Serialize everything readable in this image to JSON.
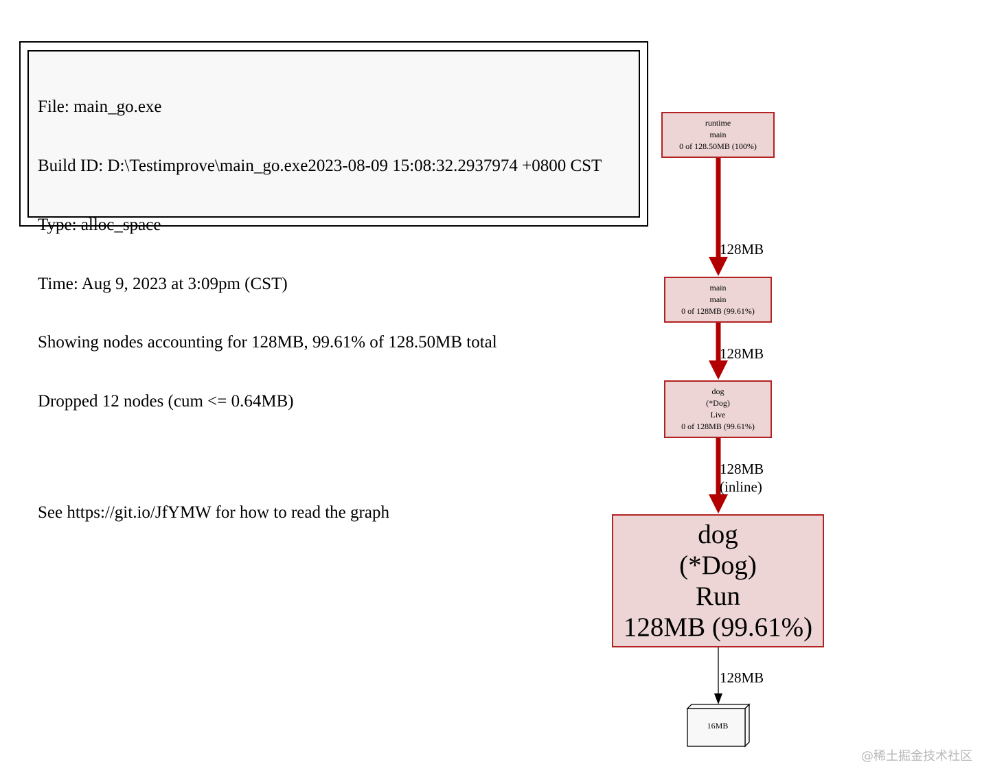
{
  "legend": {
    "lines": [
      "File: main_go.exe",
      "Build ID: D:\\Testimprove\\main_go.exe2023-08-09 15:08:32.2937974 +0800 CST",
      "Type: alloc_space",
      "Time: Aug 9, 2023 at 3:09pm (CST)",
      "Showing nodes accounting for 128MB, 99.61% of 128.50MB total",
      "Dropped 12 nodes (cum <= 0.64MB)"
    ],
    "help": "See https://git.io/JfYMW for how to read the graph"
  },
  "nodes": {
    "runtime_main": {
      "lines": [
        "runtime",
        "main",
        "0 of 128.50MB (100%)"
      ]
    },
    "main_main": {
      "lines": [
        "main",
        "main",
        "0 of 128MB (99.61%)"
      ]
    },
    "dog_live": {
      "lines": [
        "dog",
        "(*Dog)",
        "Live",
        "0 of 128MB (99.61%)"
      ]
    },
    "dog_run": {
      "lines": [
        "dog",
        "(*Dog)",
        "Run",
        "128MB (99.61%)"
      ]
    },
    "leaf": {
      "label": "16MB"
    }
  },
  "edges": {
    "e1": "128MB",
    "e2": "128MB",
    "e3": "128MB\n(inline)",
    "e4": "128MB"
  },
  "colors": {
    "edge_hot": "#b20000",
    "node_border": "#b22222",
    "node_fill": "#edd5d5"
  },
  "watermark": "@稀土掘金技术社区"
}
